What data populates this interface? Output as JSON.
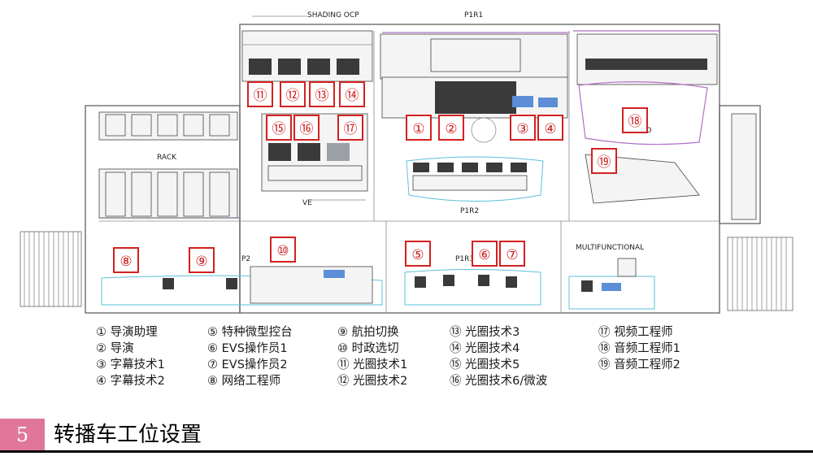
{
  "plan": {
    "labels": {
      "shading_ocp": "SHADING OCP",
      "p1r1": "P1R1",
      "rack": "RACK",
      "audio": "AUDIO",
      "ve": "VE",
      "p1r2": "P1R2",
      "p2": "P2",
      "p1r3": "P1R3",
      "multifunctional": "MULTIFUNCTIONAL"
    },
    "stations": [
      "①",
      "②",
      "③",
      "④",
      "⑤",
      "⑥",
      "⑦",
      "⑧",
      "⑨",
      "⑩",
      "⑪",
      "⑫",
      "⑬",
      "⑭",
      "⑮",
      "⑯",
      "⑰",
      "⑱",
      "⑲"
    ]
  },
  "legend": [
    [
      "① 导演助理",
      "② 导演",
      "③ 字幕技术1",
      "④ 字幕技术2"
    ],
    [
      "⑤ 特种微型控台",
      "⑥ EVS操作员1",
      "⑦ EVS操作员2",
      "⑧ 网络工程师"
    ],
    [
      "⑨ 航拍切换",
      "⑩ 时政选切",
      "⑪ 光圈技术1",
      "⑫ 光圈技术2"
    ],
    [
      "⑬ 光圈技术3",
      "⑭ 光圈技术4",
      "⑮ 光圈技术5",
      "⑯ 光圈技术6/微波"
    ],
    [
      "⑰ 视频工程师",
      "⑱ 音频工程师1",
      "⑲ 音频工程师2"
    ]
  ],
  "section": {
    "number": "5",
    "title": "转播车工位设置"
  },
  "colors": {
    "accent_pink": "#e0779a",
    "station_red": "#d42020",
    "wall_purple": "#b070c8"
  }
}
